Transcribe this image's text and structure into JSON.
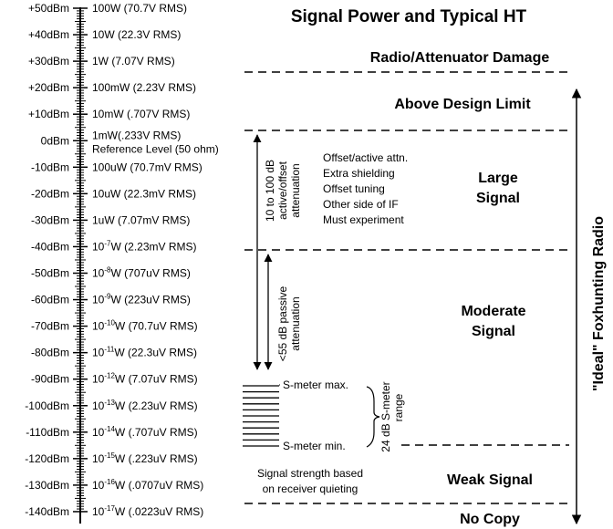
{
  "title": "Signal Power and Typical HT",
  "scale": [
    {
      "dbm": "+50dBm",
      "power": "100W (70.7V RMS)"
    },
    {
      "dbm": "+40dBm",
      "power": "10W (22.3V RMS)"
    },
    {
      "dbm": "+30dBm",
      "power": "1W (7.07V RMS)"
    },
    {
      "dbm": "+20dBm",
      "power": "100mW (2.23V RMS)"
    },
    {
      "dbm": "+10dBm",
      "power": "10mW (.707V RMS)"
    },
    {
      "dbm": "0dBm",
      "power": "1mW(.233V RMS)",
      "power2": "Reference Level (50 ohm)"
    },
    {
      "dbm": "-10dBm",
      "power": "100uW (70.7mV RMS)"
    },
    {
      "dbm": "-20dBm",
      "power": "10uW (22.3mV RMS)"
    },
    {
      "dbm": "-30dBm",
      "power": "1uW (7.07mV RMS)"
    },
    {
      "dbm": "-40dBm",
      "exp": "-7",
      "rest": "W (2.23mV RMS)"
    },
    {
      "dbm": "-50dBm",
      "exp": "-8",
      "rest": "W (707uV RMS)"
    },
    {
      "dbm": "-60dBm",
      "exp": "-9",
      "rest": "W (223uV RMS)"
    },
    {
      "dbm": "-70dBm",
      "exp": "-10",
      "rest": "W (70.7uV RMS)"
    },
    {
      "dbm": "-80dBm",
      "exp": "-11",
      "rest": "W (22.3uV RMS)"
    },
    {
      "dbm": "-90dBm",
      "exp": "-12",
      "rest": "W (7.07uV RMS)"
    },
    {
      "dbm": "-100dBm",
      "exp": "-13",
      "rest": "W (2.23uV RMS)"
    },
    {
      "dbm": "-110dBm",
      "exp": "-14",
      "rest": "W (.707uV RMS)"
    },
    {
      "dbm": "-120dBm",
      "exp": "-15",
      "rest": "W (.223uV RMS)"
    },
    {
      "dbm": "-130dBm",
      "exp": "-16",
      "rest": "W (.0707uV RMS)"
    },
    {
      "dbm": "-140dBm",
      "exp": "-17",
      "rest": "W (.0223uV RMS)"
    }
  ],
  "power_base": "10",
  "zones": {
    "damage": "Radio/Attenuator Damage",
    "above": "Above Design Limit",
    "large_1": "Large",
    "large_2": "Signal",
    "moderate_1": "Moderate",
    "moderate_2": "Signal",
    "weak": "Weak Signal",
    "nocopy": "No Copy"
  },
  "large_notes": [
    "Offset/active attn.",
    "Extra shielding",
    "Offset tuning",
    "Other side of IF",
    "Must experiment"
  ],
  "active_range_1": "10 to 100 dB",
  "active_range_2": "active/offset",
  "active_range_3": "attenuation",
  "passive_range_1": "<55 dB passive",
  "passive_range_2": "attenuation",
  "smeter_max": "S-meter max.",
  "smeter_min": "S-meter min.",
  "smeter_range_1": "24 dB S-meter",
  "smeter_range_2": "range",
  "quieting_1": "Signal strength based",
  "quieting_2": "on receiver quieting",
  "ideal_prefix": "\"Ideal\"",
  "ideal_rest": " Foxhunting Radio"
}
